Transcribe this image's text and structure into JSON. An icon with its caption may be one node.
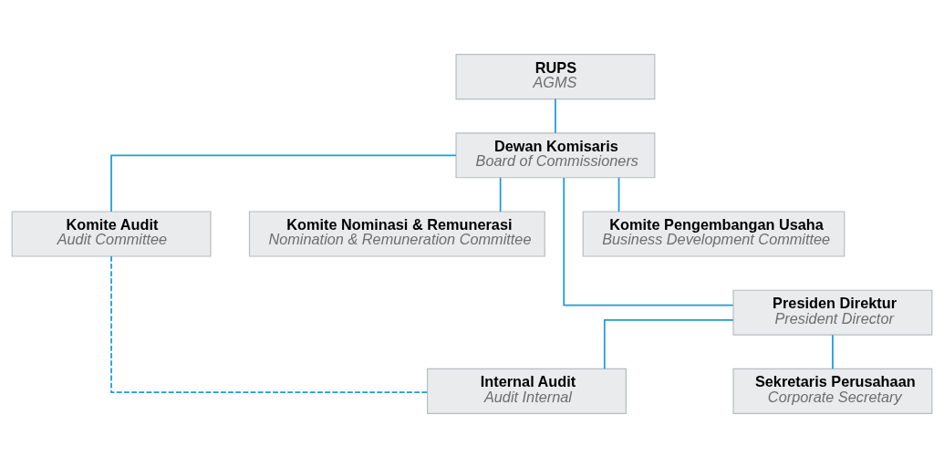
{
  "diagram": {
    "nodes": [
      {
        "text": [
          "RUPS",
          "AGMS"
        ]
      },
      {
        "text": [
          "Dewan Komisaris",
          "Board of Commissioners"
        ]
      },
      {
        "text": [
          "Komite Audit",
          "Audit Committee"
        ]
      },
      {
        "text": [
          "Komite Nominasi & Remunerasi",
          "Nomination & Remuneration Committee"
        ]
      },
      {
        "text": [
          "Komite Pengembangan Usaha",
          "Business Development Committee"
        ]
      },
      {
        "text": [
          "Presiden Direktur",
          "President Director"
        ]
      },
      {
        "text": [
          "Internal Audit",
          "Audit Internal"
        ]
      },
      {
        "text": [
          "Sekretaris Perusahaan",
          "Corporate Secretary"
        ]
      }
    ],
    "edges": [
      {
        "from": 0,
        "to": 1,
        "arrow": "none"
      },
      {
        "from": 1,
        "to": 2,
        "arrow": "none"
      },
      {
        "from": 1,
        "to": 3,
        "arrow": "none"
      },
      {
        "from": 1,
        "to": 4,
        "arrow": "none"
      },
      {
        "from": 1,
        "to": 5,
        "arrow": "none"
      },
      {
        "from": 5,
        "to": 6,
        "arrow": "none"
      },
      {
        "from": 5,
        "to": 7,
        "arrow": "none"
      },
      {
        "from": 2,
        "to": 6,
        "arrow": "none",
        "style": "dashed"
      }
    ]
  }
}
